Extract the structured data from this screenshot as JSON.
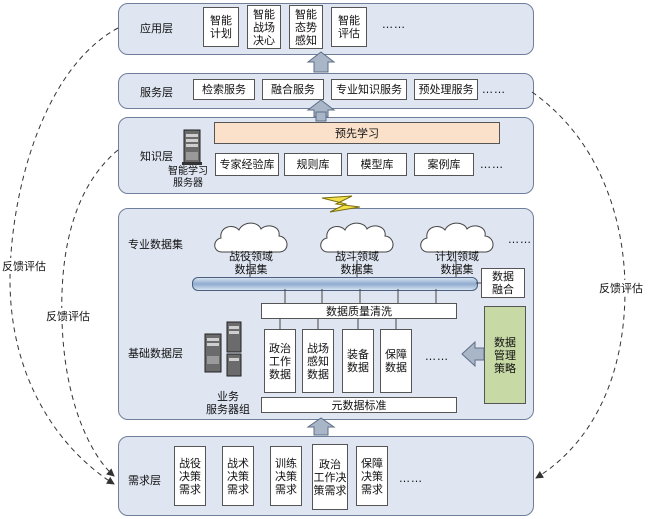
{
  "application_layer": {
    "label": "应用层",
    "items": [
      "智能\n计划",
      "智能\n战场\n决心",
      "智能\n态势\n感知",
      "智能\n评估"
    ],
    "more": "……"
  },
  "service_layer": {
    "label": "服务层",
    "items": [
      "检索服务",
      "融合服务",
      "专业知识服务",
      "预处理服务"
    ],
    "more": "……"
  },
  "knowledge_layer": {
    "label": "知识层",
    "server_label": "智能学习\n服务器",
    "pre_learning": "预先学习",
    "items": [
      "专家经验库",
      "规则库",
      "模型库",
      "案例库"
    ],
    "more": "……"
  },
  "professional_dataset": {
    "label": "专业数据集",
    "clouds": [
      "战役领域\n数据集",
      "战斗领域\n数据集",
      "计划领域\n数据集"
    ],
    "more": "……",
    "data_fusion": "数据\n融合"
  },
  "basic_data_layer": {
    "label": "基础数据层",
    "quality": "数据质量清洗",
    "items": [
      "政治\n工作\n数据",
      "战场\n感知\n数据",
      "装备\n数据",
      "保障\n数据"
    ],
    "more": "……",
    "metadata": "元数据标准",
    "server_group": "业务\n服务器组",
    "strategy": "数据\n管理\n策略"
  },
  "demand_layer": {
    "label": "需求层",
    "items": [
      "战役\n决策\n需求",
      "战术\n决策\n需求",
      "训练\n决策\n需求",
      "政治\n工作决\n策需求",
      "保障\n决策\n需求"
    ],
    "more": "……"
  },
  "feedback": {
    "outer_left": "反馈评估",
    "inner_left": "反馈评估",
    "right": "反馈评估"
  },
  "colors": {
    "layer_fill": "#dfe6f2",
    "pre_learning_fill": "#fbe1c9",
    "strategy_fill": "#c7d9a4",
    "bus_fill": "#9db7d6",
    "arrow_fill": "#a9b6c8"
  }
}
